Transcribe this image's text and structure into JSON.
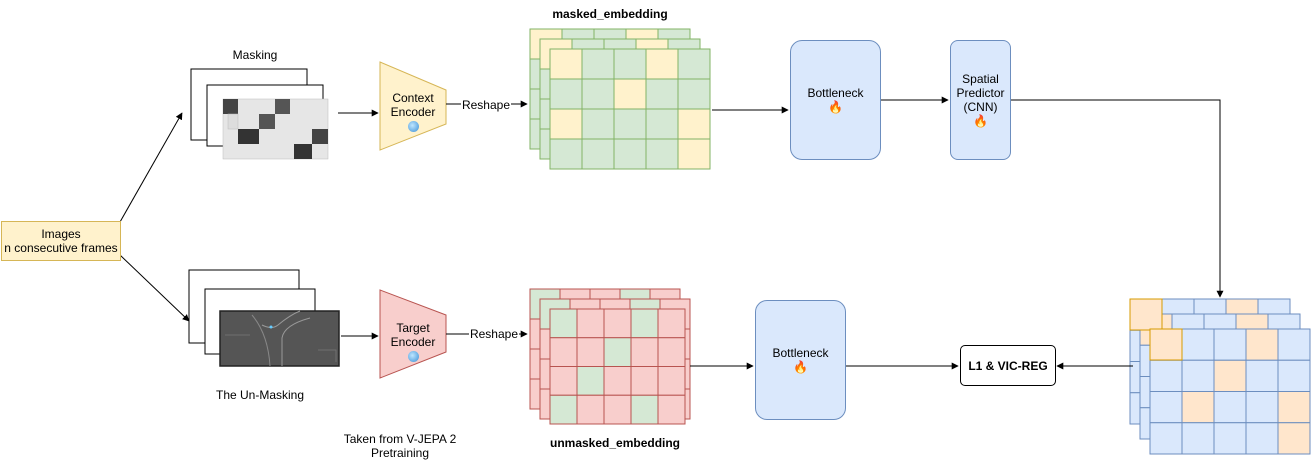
{
  "input": {
    "line1": "Images",
    "line2": "n consecutive frames"
  },
  "masking_label": "Masking",
  "unmasking_label": "The Un-Masking",
  "credit": {
    "line1": "Taken from V-JEPA 2",
    "line2": "Pretraining"
  },
  "context_encoder": {
    "line1": "Context",
    "line2": "Encoder",
    "status_icon": "frozen-icon"
  },
  "target_encoder": {
    "line1": "Target",
    "line2": "Encoder",
    "status_icon": "frozen-icon"
  },
  "reshape_top": "Reshape",
  "reshape_bottom": "Reshape",
  "masked_embedding_label": "masked_embedding",
  "unmasked_embedding_label": "unmasked_embedding",
  "bottleneck_top": {
    "label": "Bottleneck",
    "icon": "🔥"
  },
  "bottleneck_bottom": {
    "label": "Bottleneck",
    "icon": "🔥"
  },
  "spatial_predictor": {
    "line1": "Spatial",
    "line2": "Predictor",
    "line3": "(CNN)",
    "icon": "🔥"
  },
  "loss": "L1 & VIC-REG",
  "colors": {
    "input_fill": "#fff2cc",
    "input_stroke": "#d6b656",
    "encoder_top_fill": "#fff2cc",
    "encoder_top_stroke": "#d6b656",
    "encoder_bottom_fill": "#f8cecc",
    "encoder_bottom_stroke": "#b85450",
    "block_fill": "#dae8fc",
    "block_stroke": "#6c8ebf",
    "green_cell": "#d5e8d4",
    "green_stroke": "#82b366",
    "yellow_cell": "#fff2cc",
    "red_cell": "#f8cecc",
    "red_stroke": "#b85450",
    "orange_cell": "#ffe6cc",
    "orange_stroke": "#d79b00"
  }
}
